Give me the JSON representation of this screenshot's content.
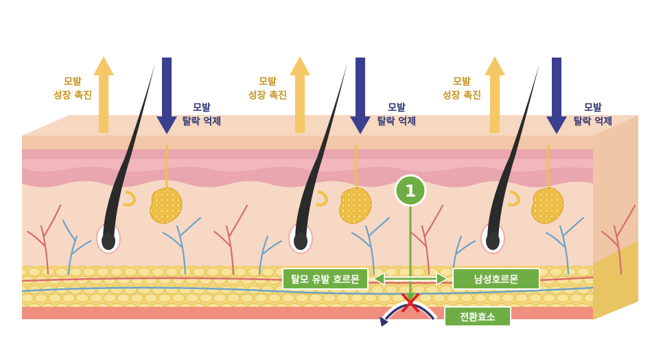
{
  "labels": {
    "growth_line1": "모발",
    "growth_line2": "성장 촉진",
    "loss_line1": "모발",
    "loss_line2": "탈락 억제"
  },
  "step_badge": "1",
  "boxes": {
    "hair_loss_hormone": "탈모 유발 호르몬",
    "male_hormone": "남성호르몬",
    "enzyme": "전환효소"
  },
  "colors": {
    "growth_arrow": "#f5c766",
    "loss_arrow": "#3a3f8f",
    "label_gold": "#c9931e",
    "label_navy": "#2d3572",
    "green_box": "#6fae45",
    "red_cross": "#e0201d",
    "skin_top": "#f6d7c0",
    "epidermis": "#e9a6ae",
    "dermis": "#f7d8c4",
    "fat": "#f3d77a",
    "base": "#f08f7f"
  },
  "icons": [
    "up-arrow-icon",
    "down-arrow-icon",
    "double-arrow-icon",
    "cross-icon",
    "curved-arrow-icon"
  ]
}
